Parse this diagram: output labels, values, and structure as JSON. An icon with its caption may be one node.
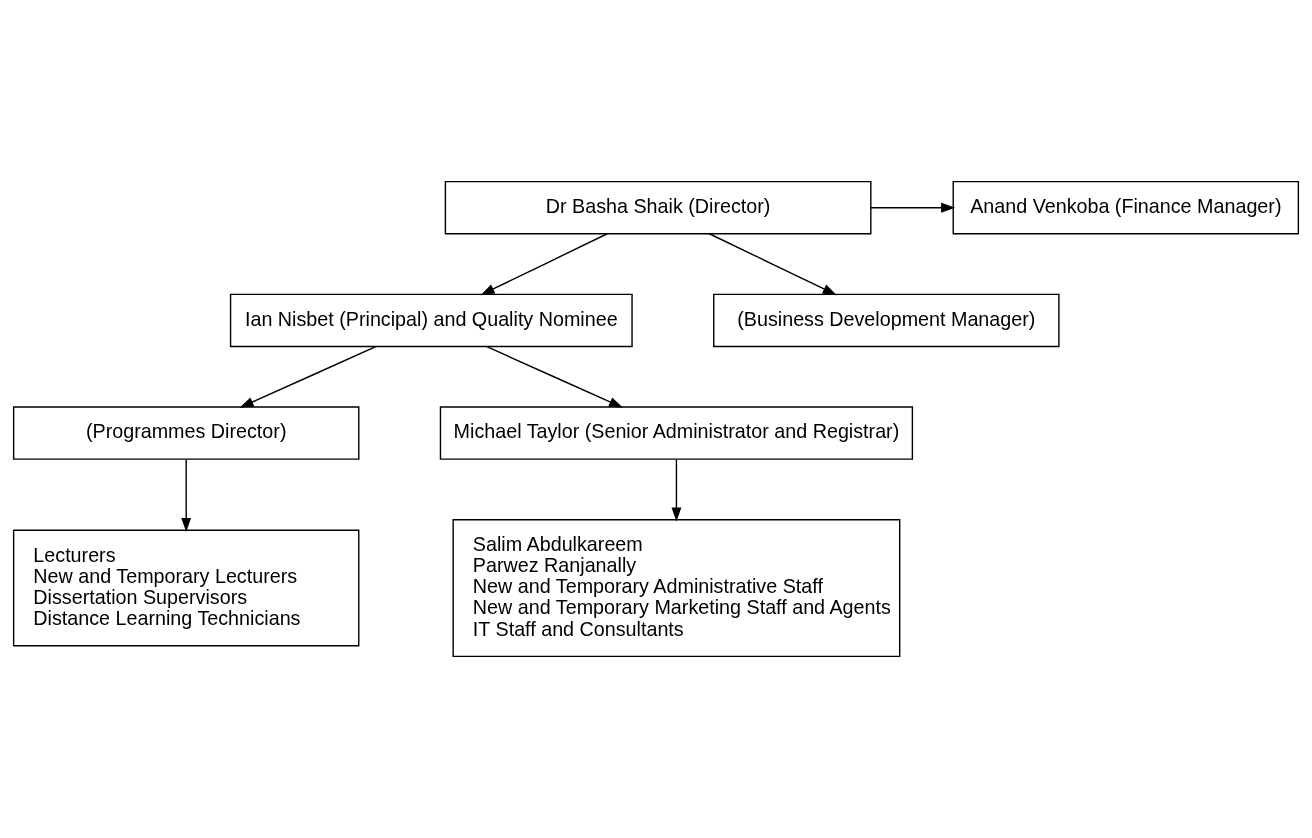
{
  "diagram": {
    "nodes": [
      {
        "text": [
          "Dr Basha Shaik (Director)"
        ]
      },
      {
        "text": [
          "Anand Venkoba (Finance Manager)"
        ]
      },
      {
        "text": [
          "Ian Nisbet (Principal) and Quality Nominee"
        ]
      },
      {
        "text": [
          "(Business Development Manager)"
        ]
      },
      {
        "text": [
          "(Programmes Director)"
        ]
      },
      {
        "text": [
          "Michael Taylor (Senior Administrator and Registrar)"
        ]
      },
      {
        "text": [
          "Lecturers",
          "New and Temporary Lecturers",
          "Dissertation Supervisors",
          "Distance Learning Technicians"
        ]
      },
      {
        "text": [
          "Salim Abdulkareem",
          "Parwez Ranjanally",
          "New and Temporary Administrative Staff",
          "New and Temporary Marketing Staff and Agents",
          "IT Staff and Consultants"
        ]
      }
    ],
    "edges": [
      {
        "from": 0,
        "to": 1,
        "arrow": "to"
      },
      {
        "from": 0,
        "to": 2,
        "arrow": "to"
      },
      {
        "from": 0,
        "to": 3,
        "arrow": "to"
      },
      {
        "from": 2,
        "to": 4,
        "arrow": "to"
      },
      {
        "from": 2,
        "to": 5,
        "arrow": "to"
      },
      {
        "from": 4,
        "to": 6,
        "arrow": "to"
      },
      {
        "from": 5,
        "to": 7,
        "arrow": "to"
      }
    ]
  }
}
